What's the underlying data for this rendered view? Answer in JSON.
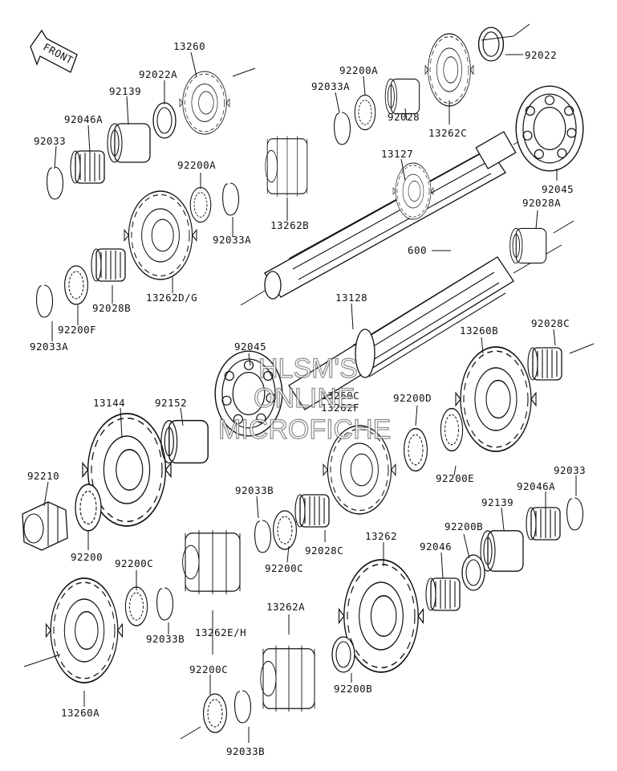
{
  "front_label": "FRONT",
  "watermark": [
    "HLSM'S",
    "ONLINE",
    "MICROFICHE"
  ],
  "labels": {
    "p13260": "13260",
    "p92022A": "92022A",
    "p92139a": "92139",
    "p92046A_a": "92046A",
    "p92033_a": "92033",
    "p92200A_a": "92200A",
    "p92033A_a": "92033A",
    "p92028": "92028",
    "p13262C": "13262C",
    "p92022": "92022",
    "p13127": "13127",
    "p92045_a": "92045",
    "p92200A_b": "92200A",
    "p92033A_b": "92033A",
    "p13262B": "13262B",
    "p92028A": "92028A",
    "p600": "600",
    "p13262DG": "13262D/G",
    "p92028B": "92028B",
    "p92200F": "92200F",
    "p92033A_c": "92033A",
    "p13128": "13128",
    "p92045_b": "92045",
    "p13260B": "13260B",
    "p92028C_a": "92028C",
    "p13260C": "13260C",
    "p13262F": "13262F",
    "p92200D": "92200D",
    "p13144": "13144",
    "p92152": "92152",
    "p92200E": "92200E",
    "p92210": "92210",
    "p92033_b": "92033",
    "p92046A_b": "92046A",
    "p92033B_a": "92033B",
    "p92139b": "92139",
    "p92200": "92200",
    "p92028C_b": "92028C",
    "p92200B_a": "92200B",
    "p92200C_a": "92200C",
    "p92200C_b": "92200C",
    "p13262": "13262",
    "p92046": "92046",
    "p92033B_b": "92033B",
    "p13262EH": "13262E/H",
    "p13262A": "13262A",
    "p92200C_c": "92200C",
    "p92200B_b": "92200B",
    "p13260A": "13260A",
    "p92033B_c": "92033B"
  }
}
